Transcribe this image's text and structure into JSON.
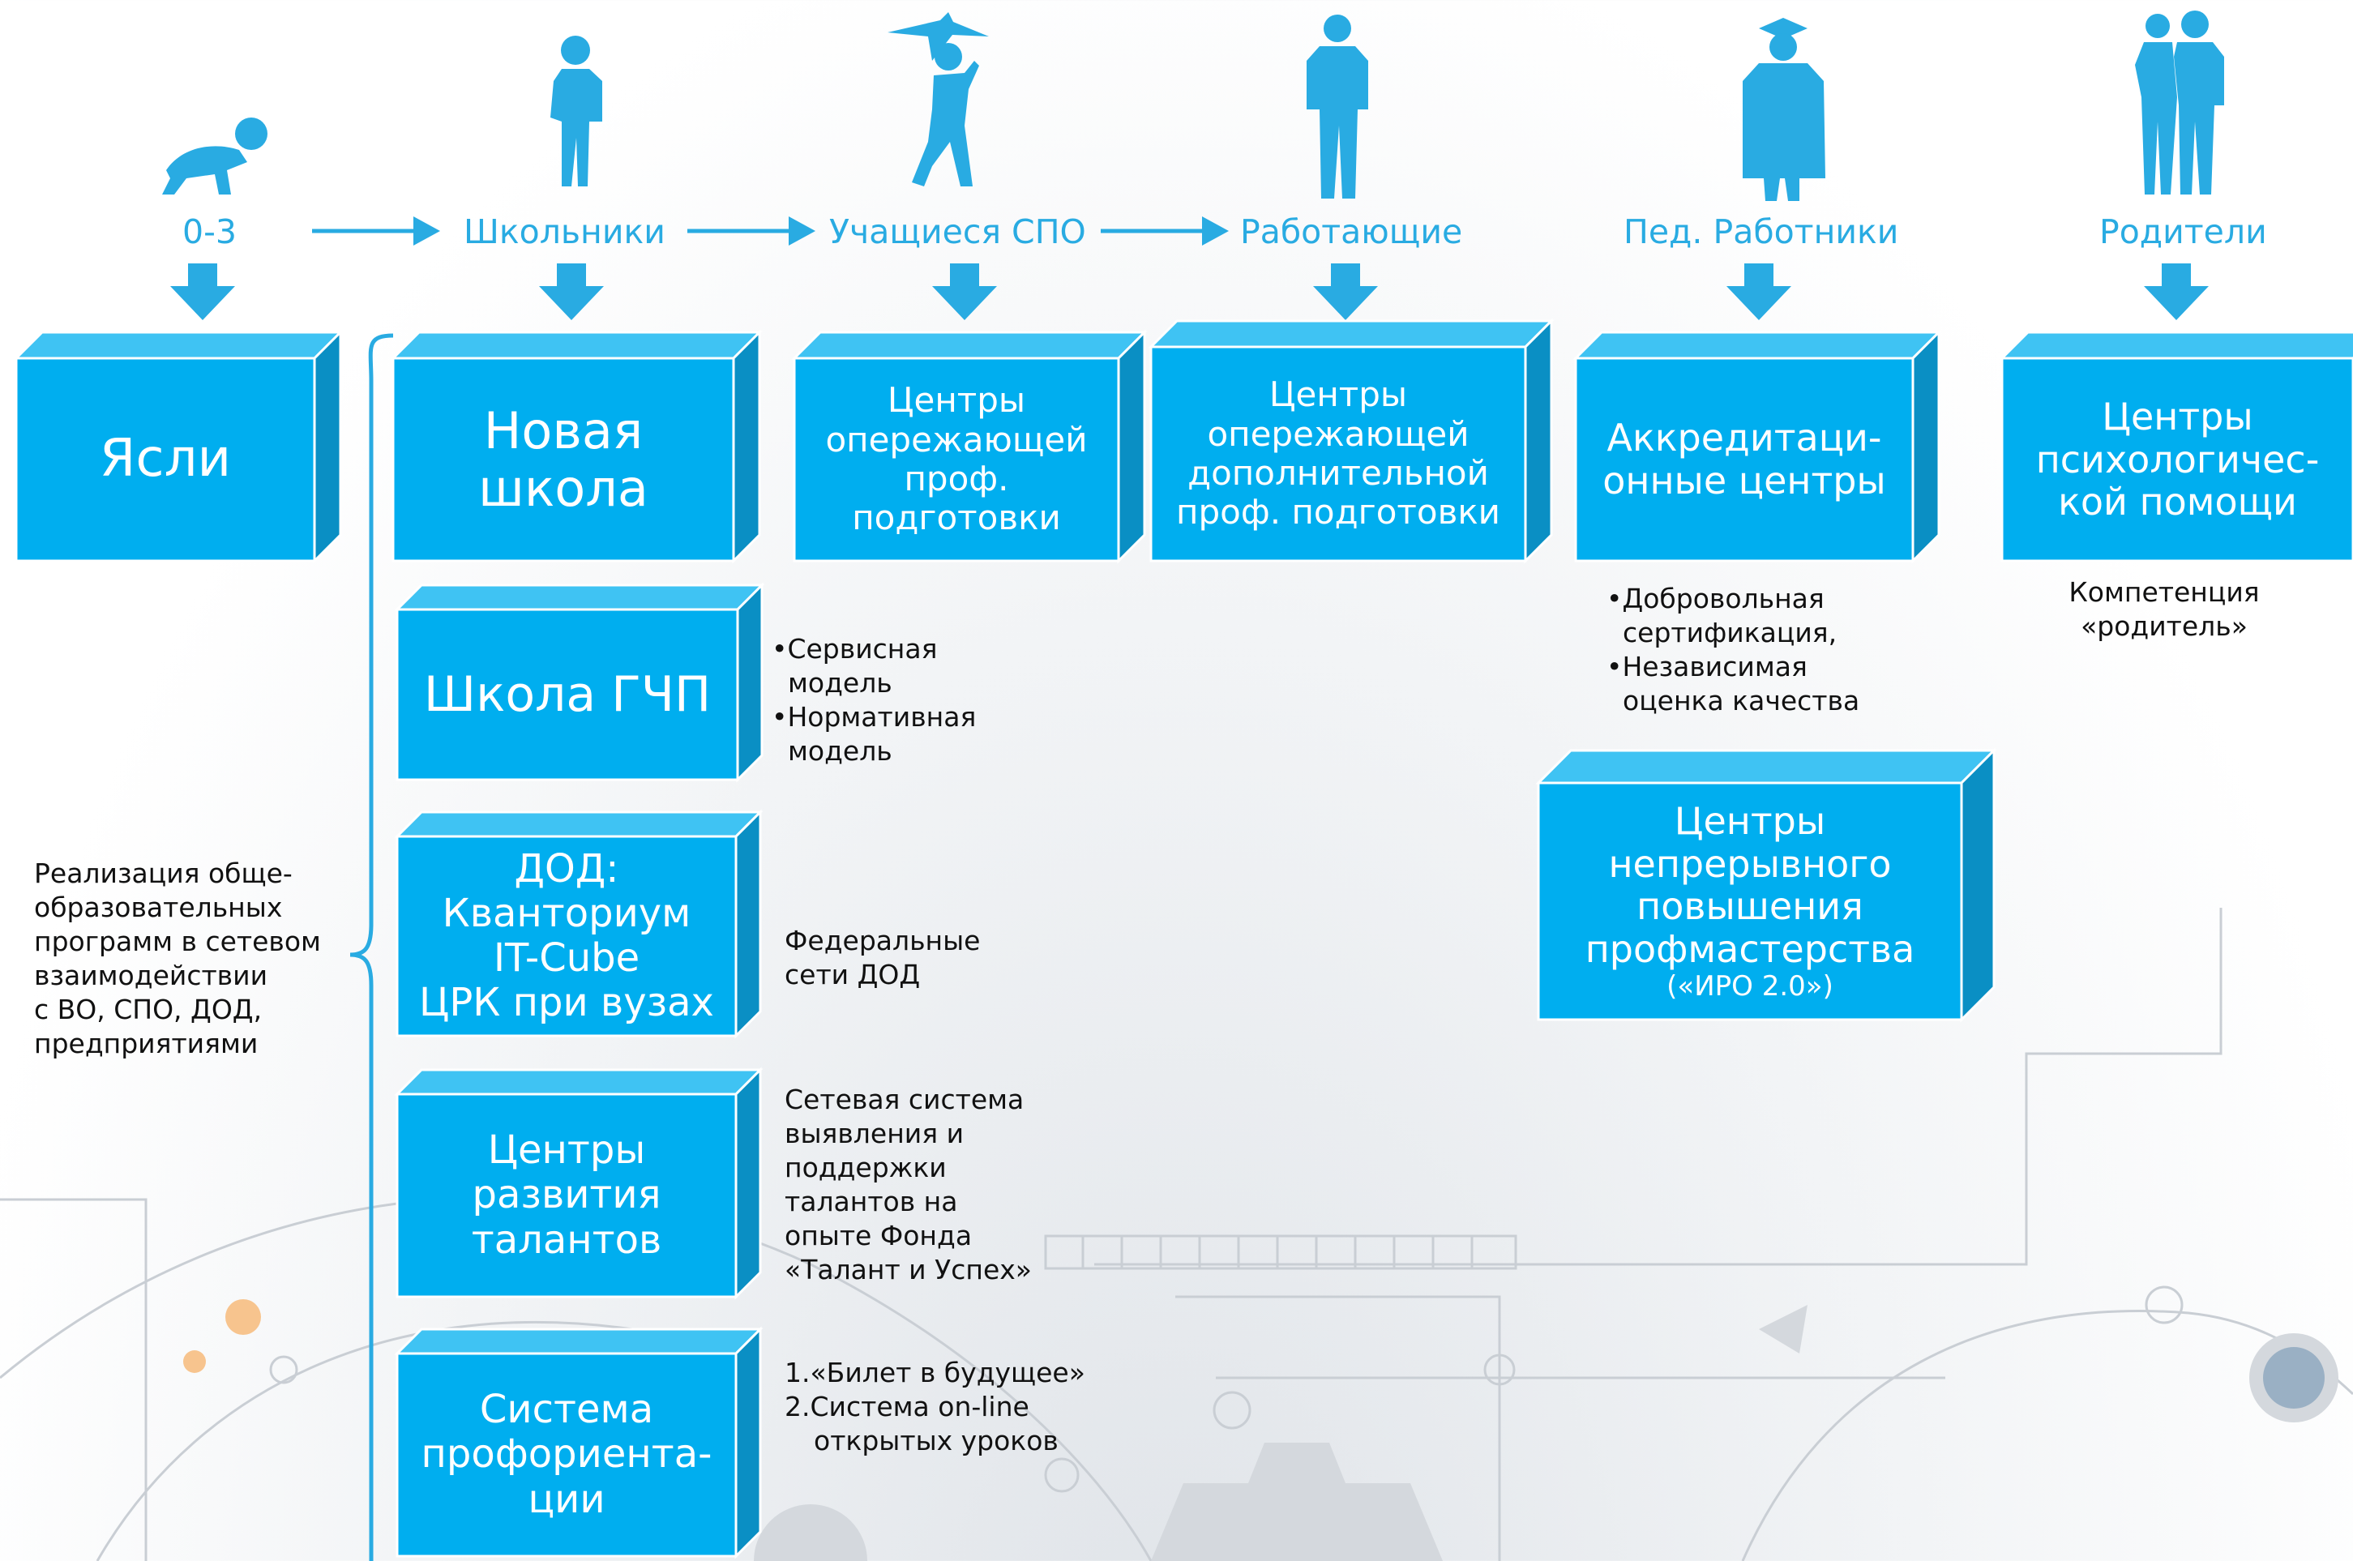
{
  "categories": [
    {
      "id": "cat-0-3",
      "label": "0-3",
      "icon": "crawling-baby-icon"
    },
    {
      "id": "cat-schoolchildren",
      "label": "Школьники",
      "icon": "schoolchild-icon"
    },
    {
      "id": "cat-spo",
      "label": "Учащиеся СПО",
      "icon": "student-with-plane-icon"
    },
    {
      "id": "cat-workers",
      "label": "Работающие",
      "icon": "worker-icon"
    },
    {
      "id": "cat-teachers",
      "label": "Пед. Работники",
      "icon": "graduate-icon"
    },
    {
      "id": "cat-parents",
      "label": "Родители",
      "icon": "parents-couple-icon"
    }
  ],
  "boxes": {
    "nursery": [
      "Ясли"
    ],
    "new_school": [
      "Новая",
      "школа"
    ],
    "cop": [
      "Центры",
      "опережающей",
      "проф.",
      "подготовки"
    ],
    "copdo": [
      "Центры",
      "опережающей",
      "дополнительной",
      "проф. подготовки"
    ],
    "accreditation": [
      "Аккредитаци-",
      "онные центры"
    ],
    "psych": [
      "Центры",
      "психологичес-",
      "кой помощи"
    ],
    "gchp": [
      "Школа ГЧП"
    ],
    "dod": [
      "ДОД:",
      "Кванториум",
      "IT-Cube",
      "ЦРК при вузах"
    ],
    "talents": [
      "Центры",
      "развития",
      "талантов"
    ],
    "career": [
      "Система",
      "профориента-",
      "ции"
    ],
    "iro": [
      "Центры",
      "непрерывного",
      "повышения",
      "профмастерства"
    ],
    "iro_sub": "(«ИРО 2.0»)"
  },
  "notes": {
    "implementation": [
      "Реализация обще-",
      "образовательных",
      "программ в сетевом",
      "взаимодействии",
      "с ВО, СПО, ДОД,",
      "предприятиями"
    ],
    "gchp_models": [
      "•Сервисная",
      "модель",
      "•Нормативная",
      "модель"
    ],
    "dod_networks": [
      "Федеральные",
      "сети ДОД"
    ],
    "talent_network": [
      "Сетевая система",
      "выявления и",
      "поддержки",
      "талантов на",
      "опыте Фонда",
      "«Талант и Успех»"
    ],
    "career_items": [
      "1.«Билет в будущее»",
      "2.Система on-line",
      "открытых уроков"
    ],
    "accreditation_items": [
      "•Добровольная",
      "сертификация,",
      "•Независимая",
      "оценка качества"
    ],
    "parent_competence": [
      "Компетенция",
      "«родитель»"
    ]
  },
  "colors": {
    "accent": "#29abe2",
    "box_front": "#00aeef",
    "box_top": "#3fc3f3",
    "box_side": "#0a8fc4",
    "text_dark": "#111111"
  }
}
